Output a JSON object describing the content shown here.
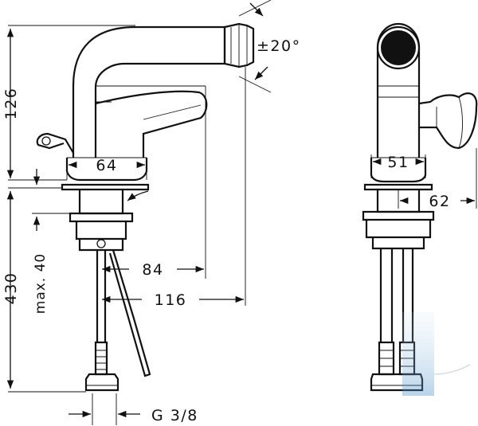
{
  "dimensions": {
    "height_total": "430",
    "height_upper": "126",
    "max_depth": "max. 40",
    "base_width_front": "64",
    "base_width_side": "51",
    "side_depth": "62",
    "reach_spout": "84",
    "reach_total": "116",
    "swivel": "±20°",
    "thread": "G 3/8"
  },
  "colors": {
    "line": "#111111",
    "background": "#ffffff",
    "watermark": "#4a90c8"
  }
}
